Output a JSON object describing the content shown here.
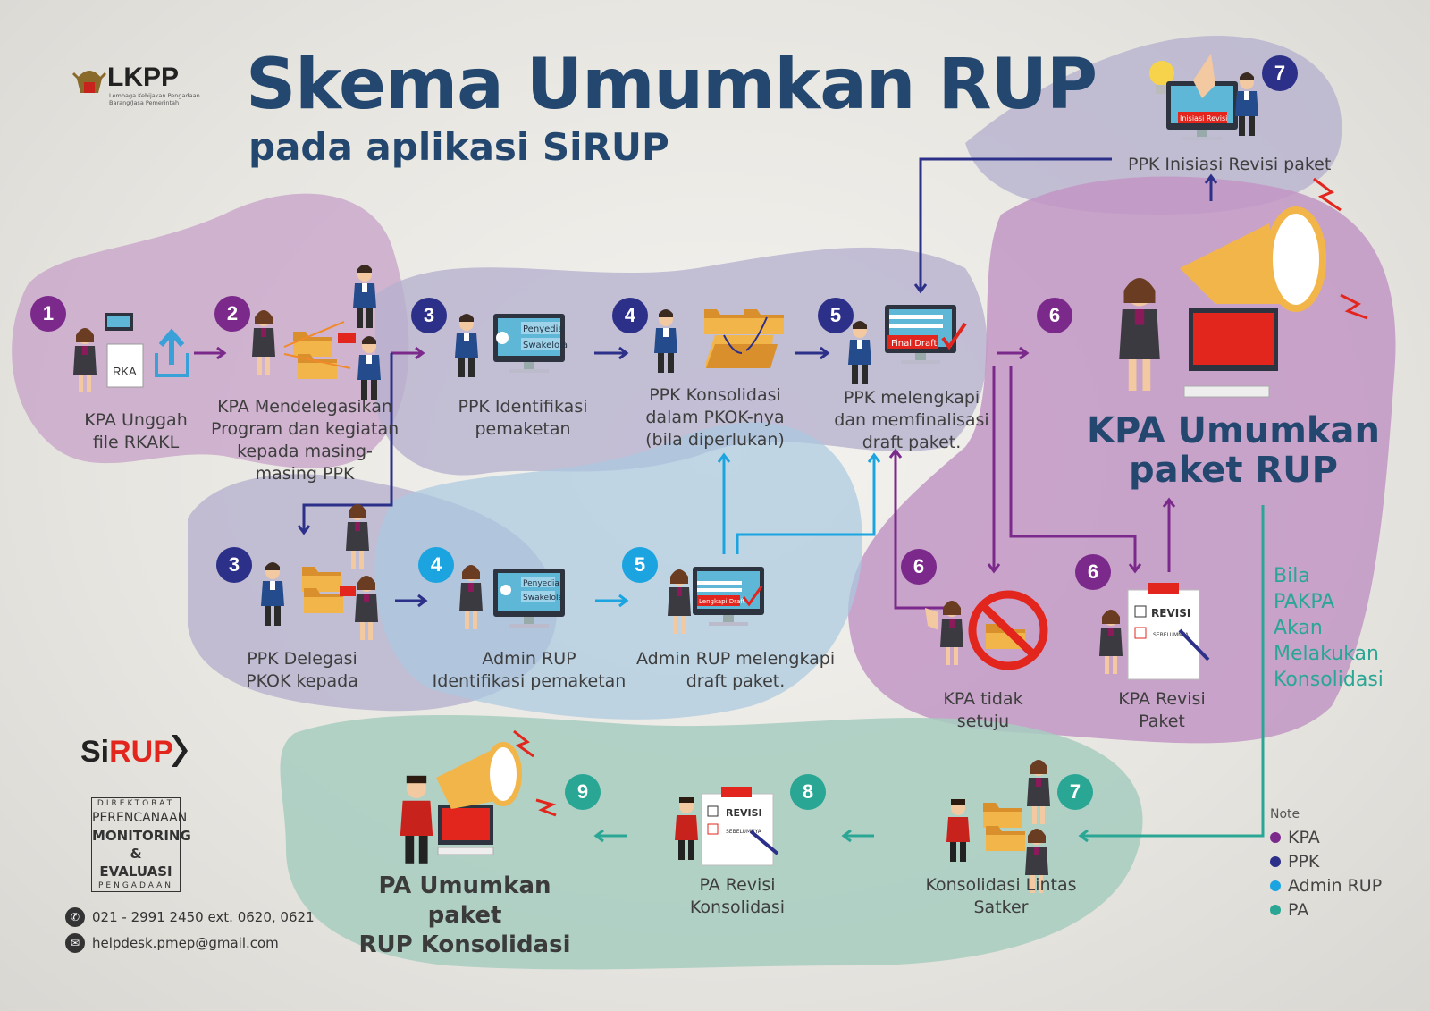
{
  "header": {
    "title": "Skema Umumkan RUP",
    "subtitle": "pada aplikasi SiRUP",
    "logo_text": "LKPP",
    "logo_subtext": "Lembaga Kebijakan Pengadaan Barang/Jasa Pemerintah"
  },
  "steps": {
    "kpa1": {
      "num": "1",
      "label": "KPA Unggah\nfile RKAKL",
      "doc": "RKA"
    },
    "kpa2": {
      "num": "2",
      "label": "KPA Mendelegasikan\nProgram dan kegiatan\nkepada masing-\nmasing PPK"
    },
    "ppk3": {
      "num": "3",
      "label": "PPK Identifikasi\npemaketan",
      "screen_text_1": "Penyedia",
      "screen_text_2": "Swakelola"
    },
    "ppk4": {
      "num": "4",
      "label": "PPK Konsolidasi\ndalam PKOK-nya\n(bila diperlukan)"
    },
    "ppk5": {
      "num": "5",
      "label": "PPK melengkapi\ndan memfinalisasi\ndraft paket.",
      "screen_text": "Final Draft"
    },
    "kpa6": {
      "num": "6",
      "label": "KPA Umumkan\npaket RUP"
    },
    "ppk7": {
      "num": "7",
      "label": "PPK Inisiasi Revisi paket",
      "screen_text": "Inisiasi Revisi"
    },
    "ppk3b": {
      "num": "3",
      "label": "PPK Delegasi\nPKOK kepada"
    },
    "admin4": {
      "num": "4",
      "label": "Admin RUP\nIdentifikasi pemaketan",
      "screen_text_1": "Penyedia",
      "screen_text_2": "Swakelola"
    },
    "admin5": {
      "num": "5",
      "label": "Admin RUP melengkapi\ndraft paket.",
      "screen_text": "Lengkapi Draft"
    },
    "kpa6a": {
      "num": "6",
      "label": "KPA tidak\nsetuju"
    },
    "kpa6b": {
      "num": "6",
      "label": "KPA Revisi\nPaket",
      "doc": "REVISI",
      "doc_sub": "SEBELUMNYA"
    },
    "pa7": {
      "num": "7",
      "label": "Konsolidasi Lintas\nSatker"
    },
    "pa8": {
      "num": "8",
      "label": "PA Revisi\nKonsolidasi",
      "doc": "REVISI",
      "doc_sub": "SEBELUMNYA"
    },
    "pa9": {
      "num": "9",
      "label": "PA Umumkan paket\nRUP Konsolidasi"
    }
  },
  "note_teal": "Bila\nPAKPA\nAkan\nMelakukan\nKonsolidasi",
  "legend": {
    "title": "Note",
    "items": [
      {
        "label": "KPA",
        "color": "#7b2a8c"
      },
      {
        "label": "PPK",
        "color": "#2c3089"
      },
      {
        "label": "Admin RUP",
        "color": "#1ba4e0"
      },
      {
        "label": "PA",
        "color": "#2aa695"
      }
    ]
  },
  "footer": {
    "sirup_si": "Si",
    "sirup_rup": "RUP",
    "direktorat_top": "DIREKTORAT",
    "direktorat_1": "PERENCANAAN",
    "direktorat_2": "MONITORING",
    "direktorat_3": "& EVALUASI",
    "direktorat_bottom": "PENGADAAN",
    "phone": "021 - 2991 2450 ext. 0620, 0621",
    "email": "helpdesk.pmep@gmail.com"
  },
  "colors": {
    "kpa": "#7b2a8c",
    "ppk": "#2c3089",
    "admin": "#1ba4e0",
    "pa": "#2aa695",
    "title": "#23476e",
    "red": "#e2261d"
  }
}
